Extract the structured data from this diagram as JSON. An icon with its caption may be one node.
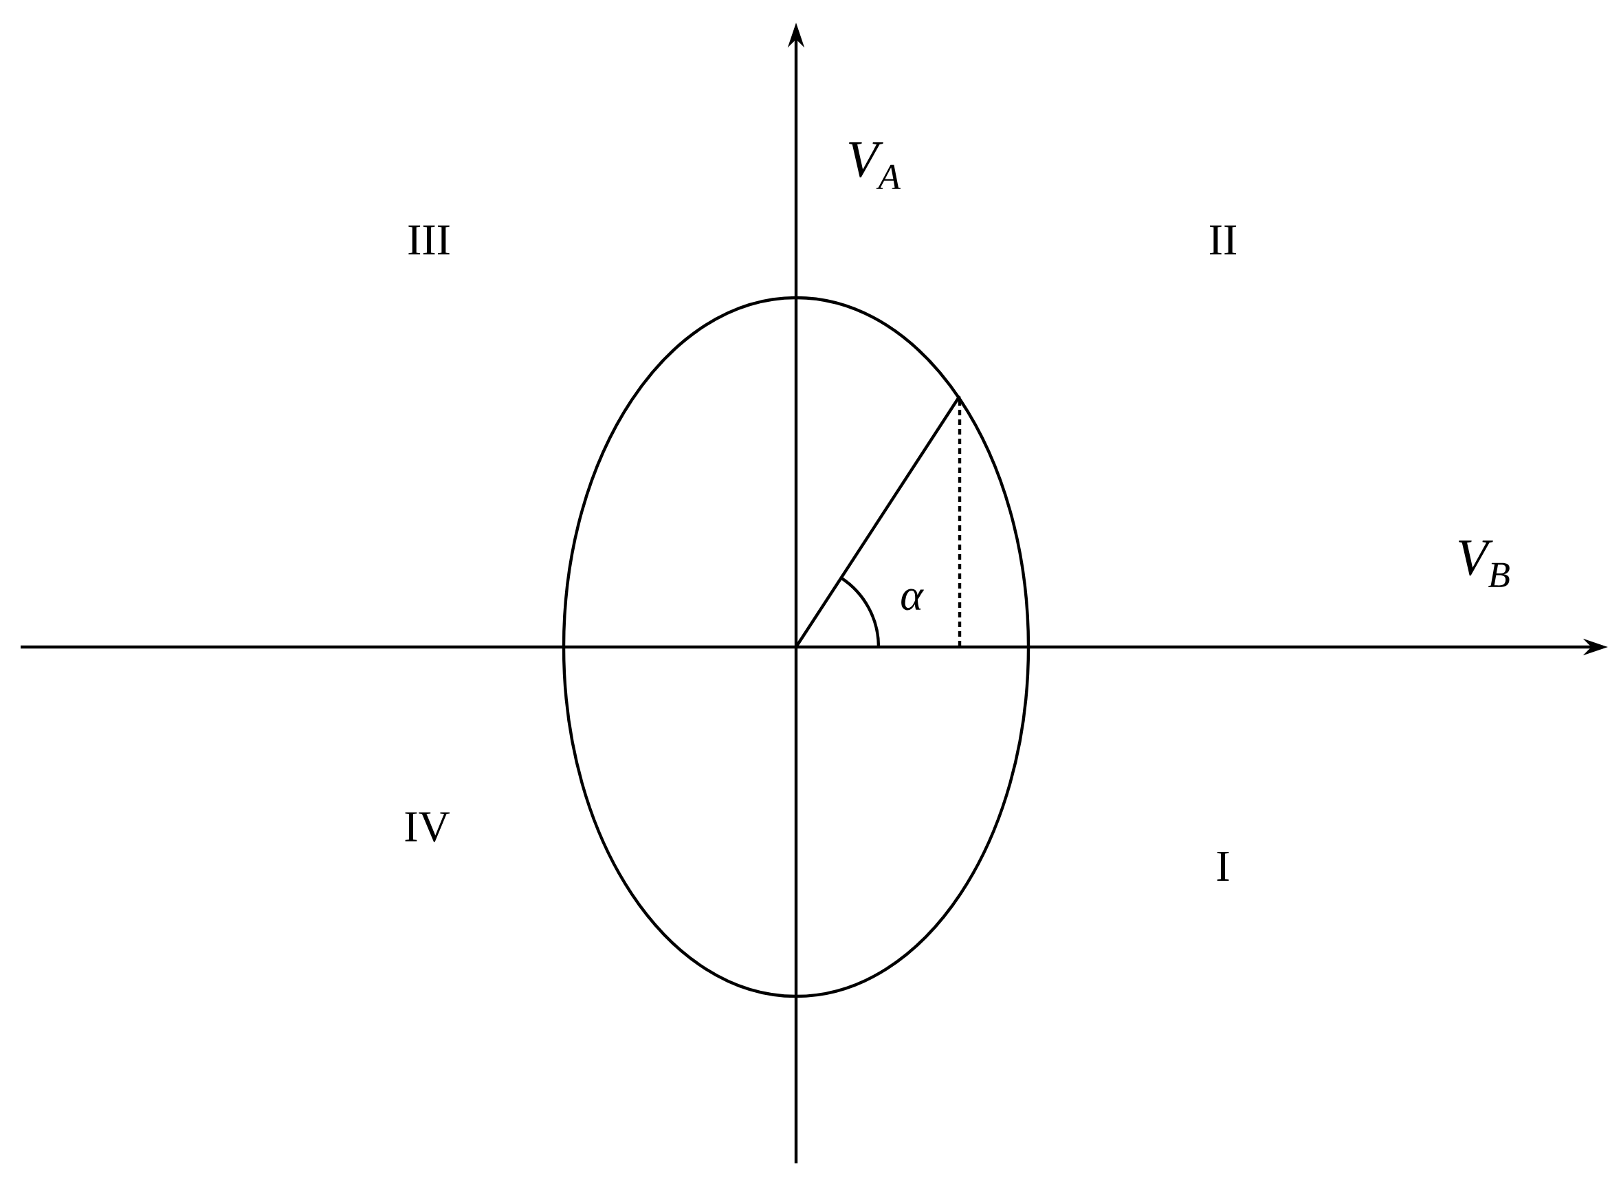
{
  "diagram": {
    "labels": [
      "V$_{A}$",
      "III",
      "II",
      "V$_{B}$",
      "α",
      "IV",
      "I"
    ]
  }
}
